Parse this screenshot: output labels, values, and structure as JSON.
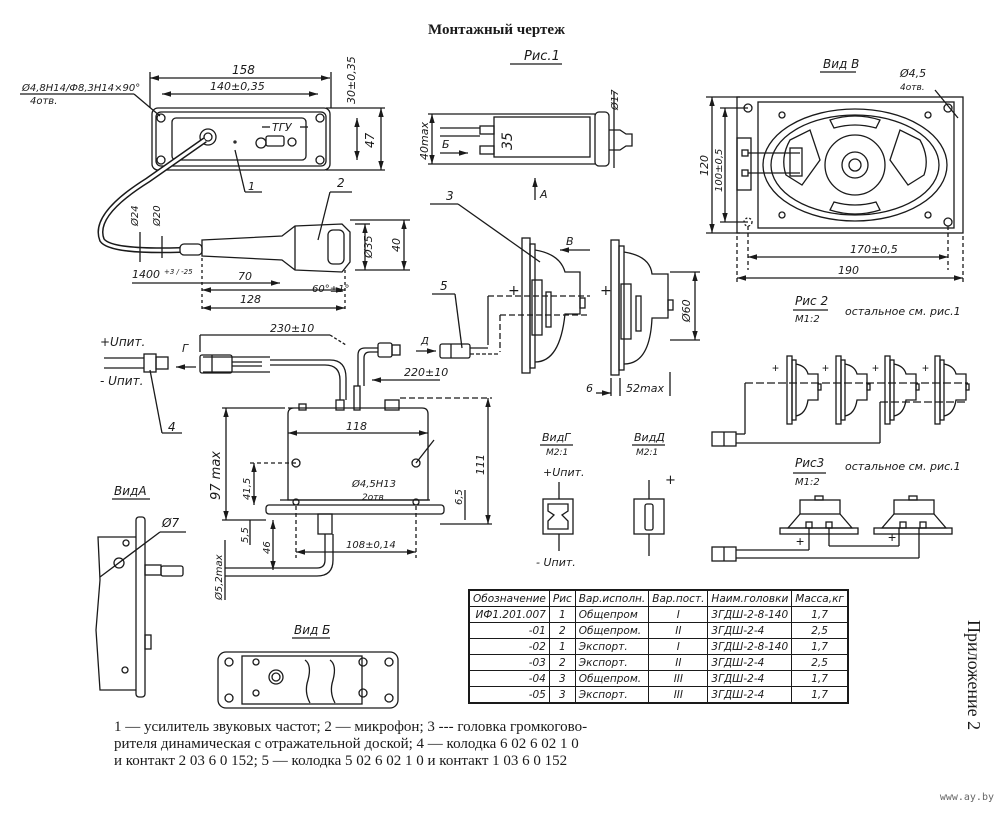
{
  "title": "Монтажный чертеж",
  "figures": {
    "fig1": "Рис.1",
    "fig2": {
      "label": "Рис 2",
      "scale": "М1:2",
      "note": "остальное см. рис.1"
    },
    "fig3": {
      "label": "Рис3",
      "scale": "М1:2",
      "note": "остальное см. рис.1"
    }
  },
  "views": {
    "A": "ВидА",
    "B": "Вид Б",
    "V": "Вид В",
    "G": {
      "label": "ВидГ",
      "scale": "М2:1",
      "plus": "+Uпит.",
      "minus": "- Uпит."
    },
    "D": {
      "label": "ВидД",
      "scale": "М2:1",
      "plus": "+"
    }
  },
  "callouts": [
    "1",
    "2",
    "3",
    "4",
    "5"
  ],
  "direction_marks": {
    "A": "А",
    "B": "Б",
    "V": "В",
    "G": "Г",
    "D": "Д"
  },
  "panel": {
    "brand": "ТГУ",
    "hole_note_top": "Ø4,8H14/Ф8,3H14×90°",
    "hole_note_bottom": "4отв."
  },
  "power": {
    "plus": "+Uпит.",
    "minus": "- Uпит."
  },
  "dimensions": {
    "panel_width": "158",
    "panel_hole_spacing": "140±0,35",
    "panel_hole_vspacing": "30±0,35",
    "panel_height": "47",
    "mic_d24": "Ø24",
    "mic_d20": "Ø20",
    "mic_d35": "Ø35",
    "mic_40": "40",
    "cable_len": "1400",
    "cable_tol": "+3 / -25",
    "mic_70": "70",
    "mic_128": "128",
    "mic_angle": "60°±1°",
    "fig1_40max": "40max",
    "fig1_35": "35",
    "fig1_d17": "Ø17",
    "speaker_d60": "Ø60",
    "speaker_6": "6",
    "speaker_52max": "52max",
    "cable_230": "230±10",
    "cable_220": "220±10",
    "amp_118": "118",
    "amp_97max": "97 max",
    "amp_41_5": "41,5",
    "amp_holes": "Ø4,5H13",
    "amp_holes_count": "2отв",
    "amp_111": "111",
    "amp_6_5": "6,5",
    "amp_5_5": "5,5",
    "amp_46": "46",
    "amp_108": "108±0,14",
    "amp_d5_2max": "Ø5,2max",
    "viewA_d7": "Ø7",
    "viewV_d4_5": "Ø4,5",
    "viewV_holes": "4отв.",
    "viewV_120": "120",
    "viewV_100": "100±0,5",
    "viewV_170": "170±0,5",
    "viewV_190": "190"
  },
  "spec_table": {
    "headers": [
      "Обозначение",
      "Рис",
      "Вар.исполн.",
      "Вар.пост.",
      "Наим.головки",
      "Масса,кг"
    ],
    "rows": [
      [
        "ИФ1.201.007",
        "1",
        "Общепром",
        "I",
        "3ГДШ-2-8-140",
        "1,7"
      ],
      [
        "-01",
        "2",
        "Общепром.",
        "II",
        "3ГДШ-2-4",
        "2,5"
      ],
      [
        "-02",
        "1",
        "Экспорт.",
        "I",
        "3ГДШ-2-8-140",
        "1,7"
      ],
      [
        "-03",
        "2",
        "Экспорт.",
        "II",
        "3ГДШ-2-4",
        "2,5"
      ],
      [
        "-04",
        "3",
        "Общепром.",
        "III",
        "3ГДШ-2-4",
        "1,7"
      ],
      [
        "-05",
        "3",
        "Экспорт.",
        "III",
        "3ГДШ-2-4",
        "1,7"
      ]
    ]
  },
  "legend_lines": [
    "1 — усилитель звуковых частот; 2 — микрофон; 3 --- головка громкогово-",
    "рителя динамическая с отражательной доской; 4 — колодка 6 02 6 02 1 0",
    "и контакт  2 03 6 0 152; 5 — колодка 5 02 6 02 1 0 и контакт 1 03 6 0 152"
  ],
  "appendix": "Приложение 2",
  "watermark": "www.ay.by"
}
